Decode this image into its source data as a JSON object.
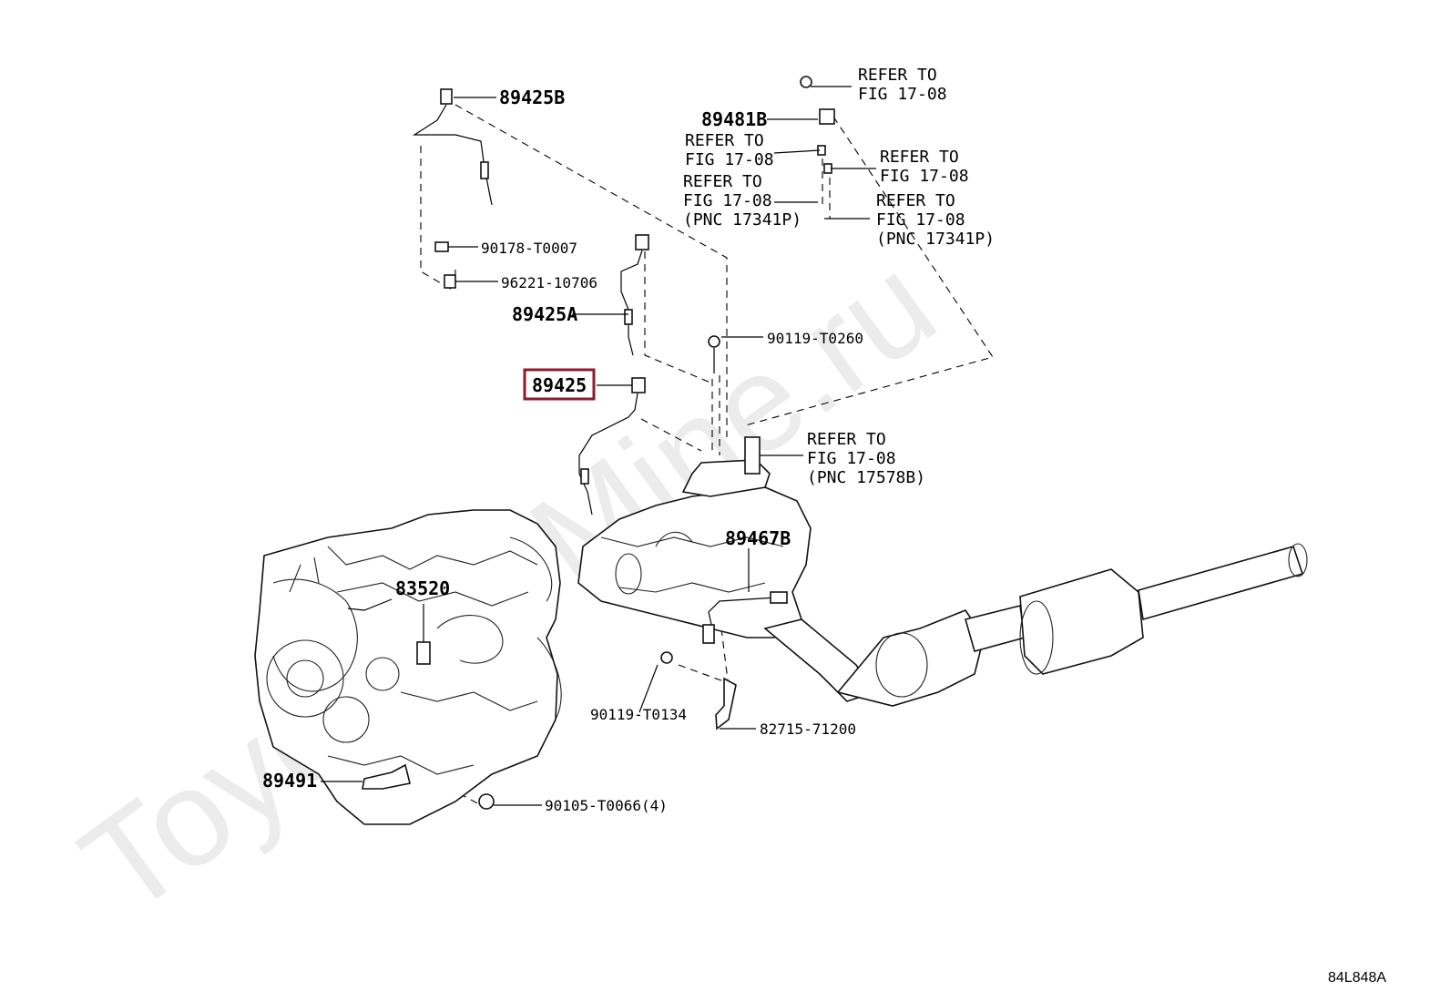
{
  "watermark": "ToyotaOrMine.ru",
  "diagram_code": "84L848A",
  "highlighted_part": "89425",
  "colors": {
    "highlight": "#8b1c2e",
    "watermark": "#ececec",
    "lines": "#000000"
  },
  "callouts": {
    "p89425B": "89425B",
    "p90178": "90178-T0007",
    "p96221": "96221-10706",
    "p89425A": "89425A",
    "p89425": "89425",
    "p89481B": "89481B",
    "p90119_T0260": "90119-T0260",
    "p89467B": "89467B",
    "p83520": "83520",
    "p90119_T0134": "90119-T0134",
    "p82715": "82715-71200",
    "p89491": "89491",
    "p90105": "90105-T0066(4)"
  },
  "refs": {
    "r1": {
      "line1": "REFER TO",
      "line2": "FIG 17-08"
    },
    "r2": {
      "line1": "REFER TO",
      "line2": "FIG 17-08"
    },
    "r3": {
      "line1": "REFER TO",
      "line2": "FIG 17-08"
    },
    "r4": {
      "line1": "REFER TO",
      "line2": "FIG 17-08",
      "line3": "(PNC 17341P)"
    },
    "r5": {
      "line1": "REFER TO",
      "line2": "FIG 17-08",
      "line3": "(PNC 17341P)"
    },
    "r6": {
      "line1": "REFER TO",
      "line2": "FIG 17-08",
      "line3": "(PNC 17578B)"
    }
  }
}
